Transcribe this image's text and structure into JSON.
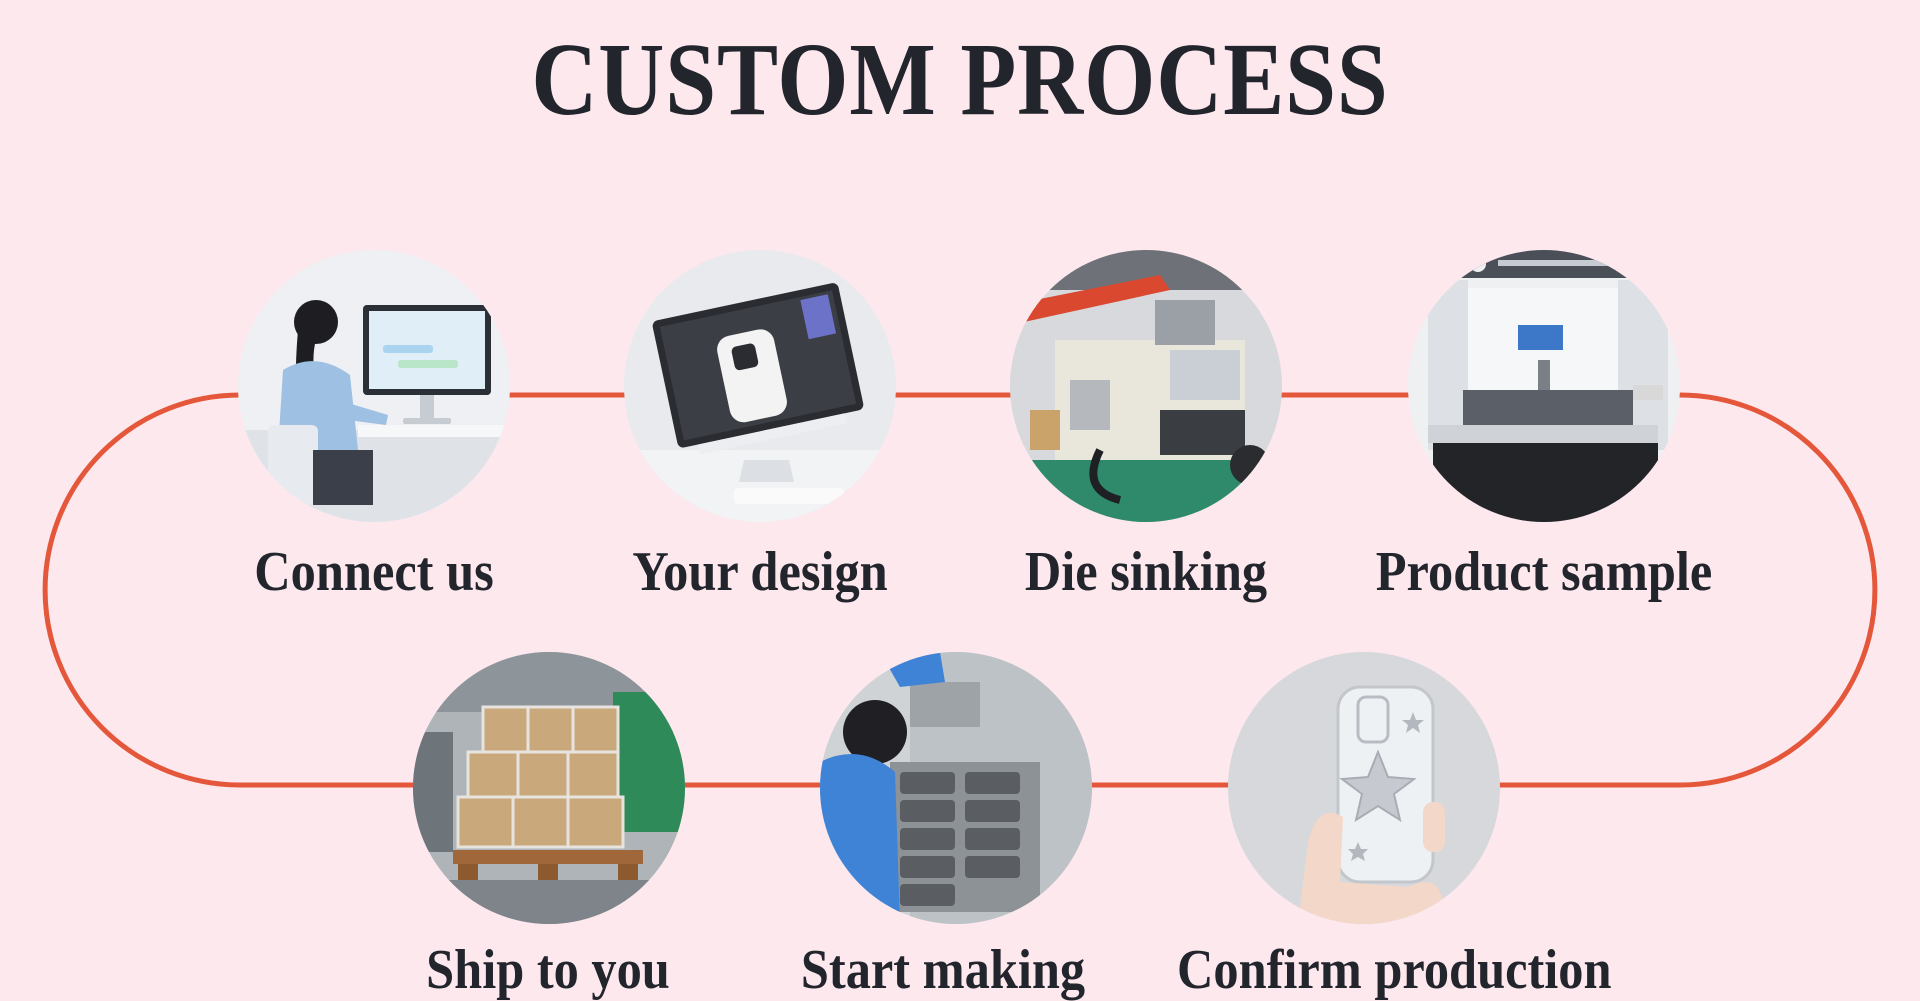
{
  "title": "CUSTOM PROCESS",
  "colors": {
    "background": "#fde8ee",
    "track": "#e4573b",
    "text": "#23252c"
  },
  "steps": [
    {
      "id": "connect-us",
      "label": "Connect us",
      "icon": "operator-at-computer"
    },
    {
      "id": "your-design",
      "label": "Your design",
      "icon": "monitor-with-phone-case-design"
    },
    {
      "id": "die-sinking",
      "label": "Die sinking",
      "icon": "injection-molding-machine"
    },
    {
      "id": "product-sample",
      "label": "Product sample",
      "icon": "dispensing-machine"
    },
    {
      "id": "confirm-production",
      "label": "Confirm production",
      "icon": "hand-holding-star-phone-case"
    },
    {
      "id": "start-making",
      "label": "Start making",
      "icon": "worker-at-production-line"
    },
    {
      "id": "ship-to-you",
      "label": "Ship to you",
      "icon": "palletized-boxes"
    }
  ]
}
